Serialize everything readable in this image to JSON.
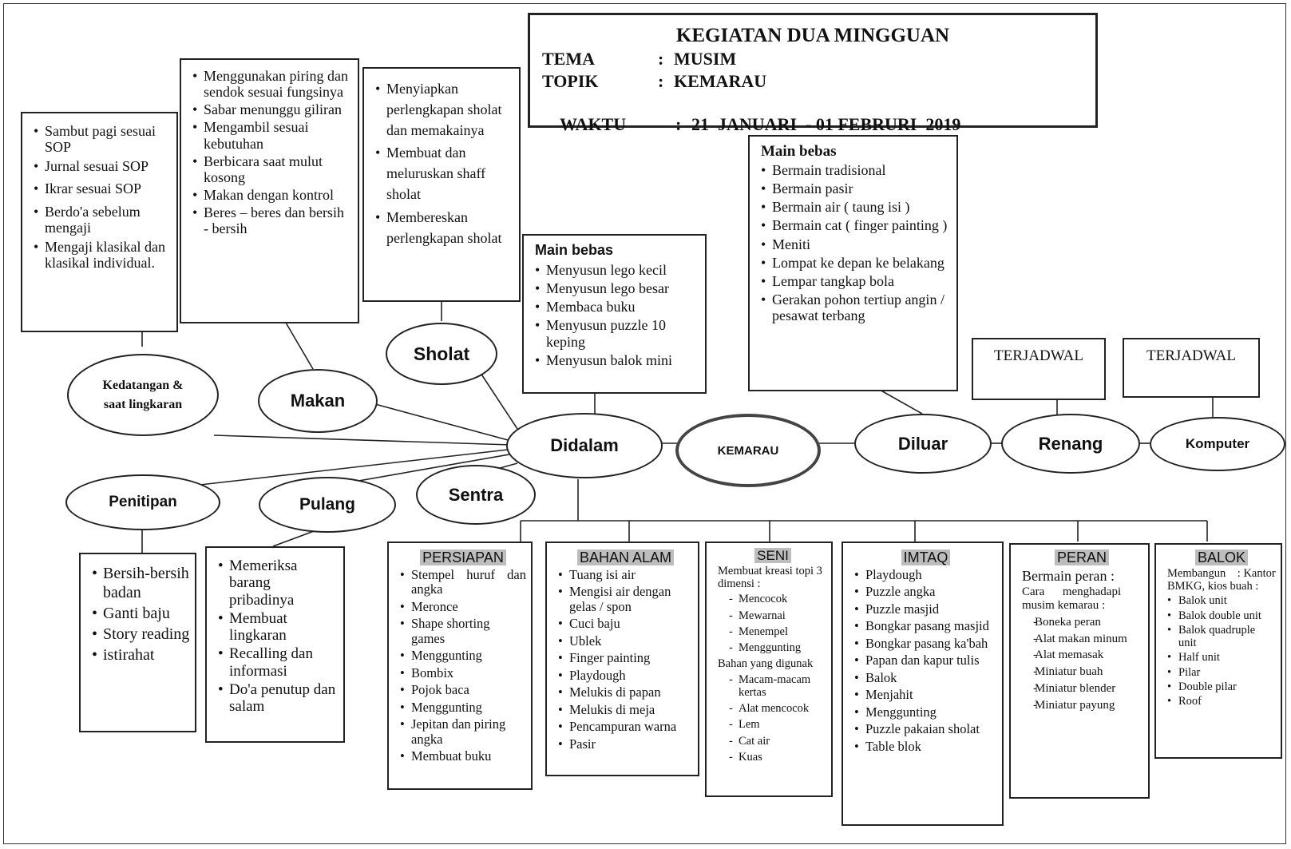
{
  "header": {
    "title": "KEGIATAN DUA MINGGUAN",
    "rows": [
      {
        "label": "TEMA",
        "sep": ":",
        "value": "MUSIM"
      },
      {
        "label": "TOPIK",
        "sep": ":",
        "value": "KEMARAU"
      },
      {
        "label": "WAKTU",
        "sep": ":",
        "value": "21  JANUARI  - 01 FEBRURI  2019"
      }
    ]
  },
  "nodes": {
    "kedatangan": "Kedatangan & saat lingkaran",
    "makan": "Makan",
    "sholat": "Sholat",
    "didalam": "Didalam",
    "kemarau": "KEMARAU",
    "diluar": "Diluar",
    "renang": "Renang",
    "komputer": "Komputer",
    "penitipan": "Penitipan",
    "pulang": "Pulang",
    "sentra": "Sentra"
  },
  "kedatangan_box": [
    "Sambut  pagi sesuai SOP",
    "Jurnal sesuai SOP",
    "Ikrar sesuai SOP",
    "Berdo'a sebelum mengaji",
    "Mengaji  klasikal dan klasikal individual."
  ],
  "makan_box": [
    "Menggunakan piring dan sendok sesuai fungsinya",
    "Sabar menunggu giliran",
    "Mengambil sesuai kebutuhan",
    "Berbicara saat mulut kosong",
    "Makan dengan kontrol",
    "Beres – beres dan bersih - bersih"
  ],
  "sholat_box": [
    "Menyiapkan perlengkapan sholat dan memakainya",
    "Membuat dan meluruskan shaff sholat",
    "Membereskan perlengkapan sholat"
  ],
  "didalam_box": {
    "title": "Main bebas",
    "items": [
      "Menyusun lego kecil",
      "Menyusun lego besar",
      "Membaca buku",
      "Menyusun puzzle 10 keping",
      "Menyusun balok mini"
    ]
  },
  "diluar_box": {
    "title": "Main bebas",
    "items": [
      "Bermain tradisional",
      "Bermain pasir",
      "Bermain air ( taung isi )",
      "Bermain cat ( finger painting )",
      "Meniti",
      "Lompat ke depan ke belakang",
      "Lempar tangkap bola",
      "Gerakan pohon tertiup angin / pesawat terbang"
    ]
  },
  "renang_box": "TERJADWAL",
  "komputer_box": "TERJADWAL",
  "penitipan_box": [
    "Bersih-bersih badan",
    "Ganti baju",
    "Story reading",
    "istirahat"
  ],
  "pulang_box": [
    "Memeriksa barang pribadinya",
    "Membuat lingkaran",
    "Recalling dan informasi",
    "Do'a penutup dan salam"
  ],
  "sentra": {
    "persiapan": {
      "title": "PERSIAPAN",
      "items": [
        "Stempel  huruf  dan angka",
        "Meronce",
        "Shape shorting games",
        "Menggunting",
        "Bombix",
        "Pojok baca",
        "Menggunting",
        "Jepitan dan piring angka",
        "Membuat buku"
      ]
    },
    "bahan_alam": {
      "title": "BAHAN ALAM",
      "items": [
        "Tuang isi air",
        "Mengisi  air  dengan gelas / spon",
        "Cuci baju",
        "Ublek",
        "Finger painting",
        "Playdough",
        "Melukis di papan",
        "Melukis di meja",
        "Pencampuran warna",
        "Pasir"
      ]
    },
    "seni": {
      "title": "SENI",
      "intro": "Membuat kreasi topi 3 dimensi :",
      "items": [
        "Mencocok",
        "Mewarnai",
        "Menempel",
        "Menggunting"
      ],
      "intro2": "Bahan yang digunak",
      "items2": [
        "Macam-macam kertas",
        "Alat mencocok",
        "Lem",
        "Cat  air",
        "Kuas"
      ]
    },
    "imtaq": {
      "title": "IMTAQ",
      "items": [
        "Playdough",
        "Puzzle angka",
        "Puzzle masjid",
        "Bongkar  pasang masjid",
        "Bongkar pasang ka'bah",
        "Papan dan kapur tulis",
        "Balok",
        "Menjahit",
        "Menggunting",
        "Puzzle pakaian sholat",
        "Table blok"
      ]
    },
    "peran": {
      "title": "PERAN",
      "lead": "Bermain  peran :",
      "intro": "Cara      menghadapi musim kemarau :",
      "items": [
        "Boneka peran",
        "Alat makan minum",
        "Alat memasak",
        "Miniatur buah",
        "Miniatur blender",
        "Miniatur payung"
      ]
    },
    "balok": {
      "title": "BALOK",
      "intro": "Membangun    : Kantor BMKG, kios buah :",
      "items": [
        "Balok unit",
        "Balok double unit",
        "Balok quadruple unit",
        "Half unit",
        "Pilar",
        "Double pilar",
        "Roof"
      ]
    }
  }
}
